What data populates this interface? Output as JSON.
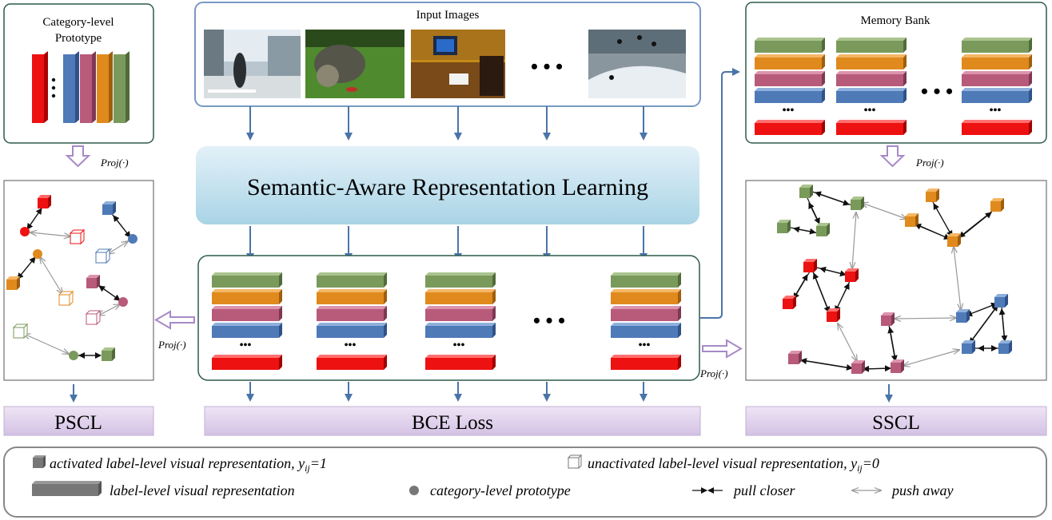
{
  "input_images_title": "Input Images",
  "memory_bank_title": "Memory Bank",
  "prototype_title_line1": "Category-level",
  "prototype_title_line2": "Prototype",
  "srl_label": "Semantic-Aware Representation Learning",
  "proj_label": "Proj(·)",
  "losses": {
    "pscl": "PSCL",
    "bce": "BCE Loss",
    "sscl": "SSCL"
  },
  "ellipsis": "• • •",
  "small_ellipsis": "•••",
  "legend": {
    "activated": "activated label-level visual representation, y",
    "activated_sub": "ij",
    "activated_eq": "=1",
    "unactivated": "unactivated label-level visual representation, y",
    "unactivated_sub": "ij",
    "unactivated_eq": "=0",
    "label_level": "label-level visual representation",
    "prototype": "category-level prototype",
    "pull": "pull closer",
    "push": "push away"
  },
  "colors": {
    "green": "#7a9a5c",
    "orange": "#e08a1e",
    "pink": "#b85a7a",
    "blue": "#4f7ab8",
    "red": "#ee1111",
    "arrow_blue": "#4a74a8",
    "box_border_dark": "#2d5a4a",
    "box_border_blue": "#7a98c4",
    "loss_fill": "#ded0ea"
  }
}
